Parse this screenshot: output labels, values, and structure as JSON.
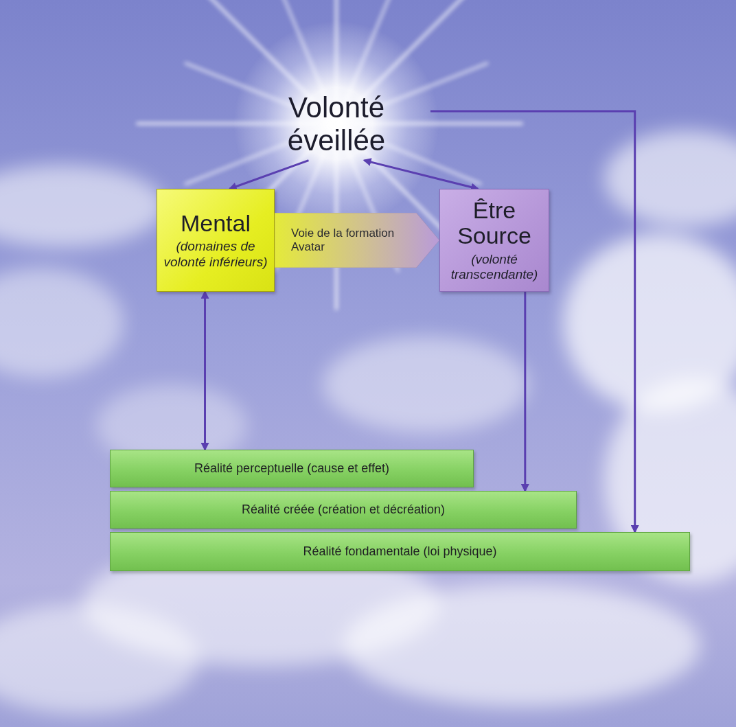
{
  "diagram": {
    "nodes": [
      {
        "text": [
          "Volonté éveillée"
        ]
      },
      {
        "text": [
          "Mental",
          "(domaines de volonté inférieurs)"
        ]
      },
      {
        "text": [
          "Voie de la formation Avatar"
        ]
      },
      {
        "text": [
          "Être Source",
          "(volonté transcendante)"
        ]
      },
      {
        "text": [
          "Réalité perceptuelle (cause et effet)"
        ]
      },
      {
        "text": [
          "Réalité créée (création et décréation)"
        ]
      },
      {
        "text": [
          "Réalité fondamentale (loi physique)"
        ]
      }
    ],
    "edges": [
      {
        "from": 0,
        "to": 1,
        "arrow": "to"
      },
      {
        "from": 0,
        "to": 3,
        "arrow": "both"
      },
      {
        "from": 0,
        "to": 6,
        "arrow": "to"
      },
      {
        "from": 1,
        "to": 4,
        "arrow": "both"
      },
      {
        "from": 3,
        "to": 5,
        "arrow": "to"
      }
    ]
  }
}
